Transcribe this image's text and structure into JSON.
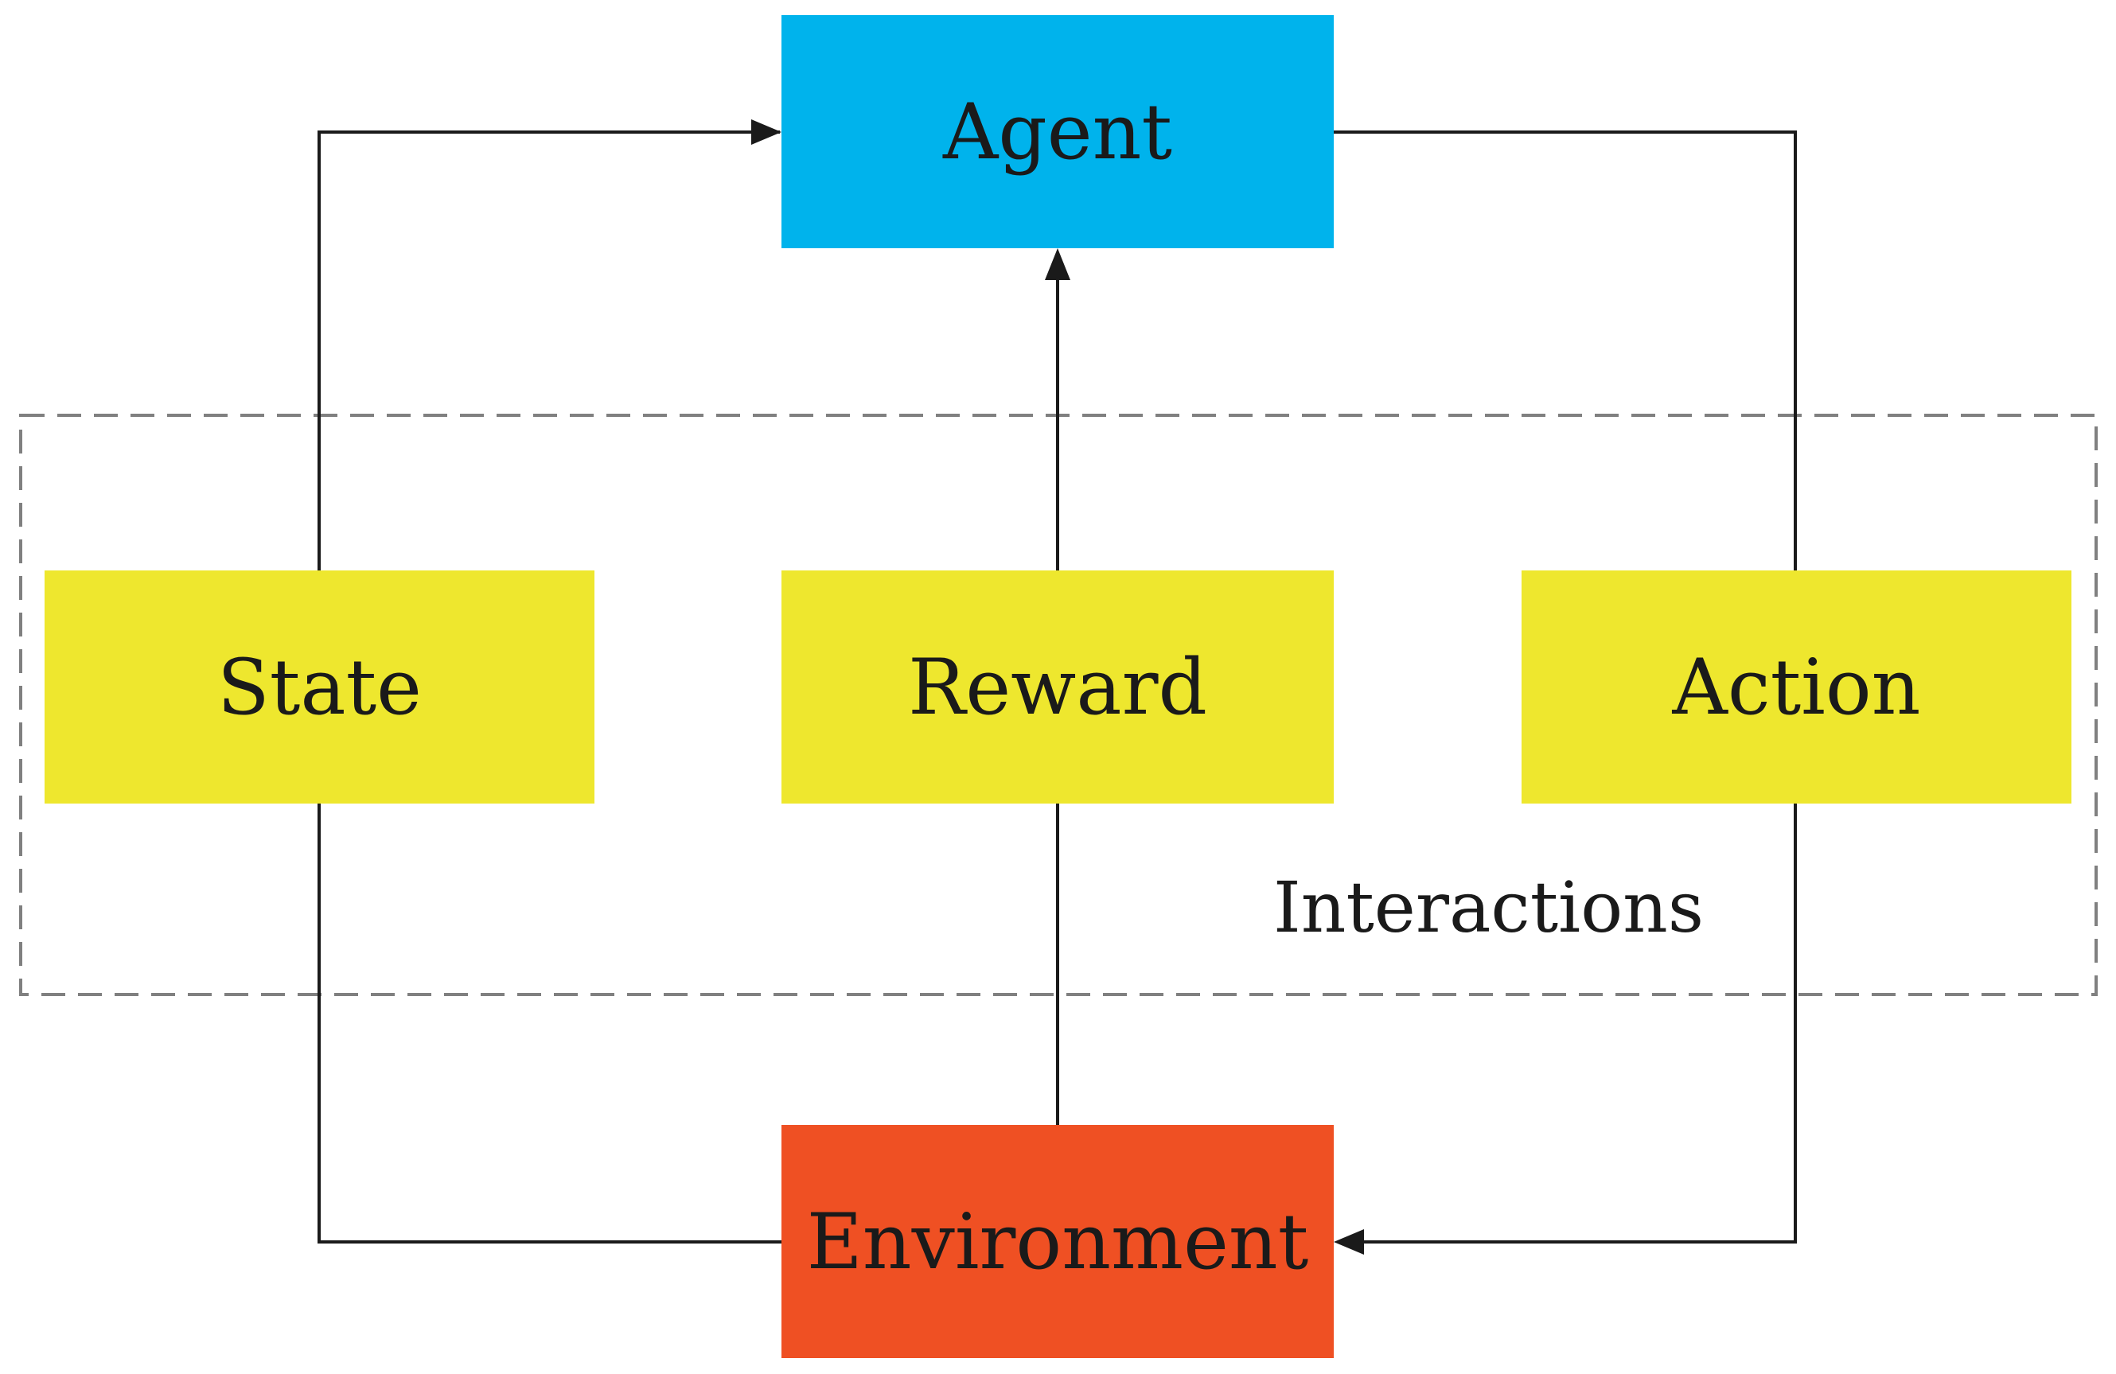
{
  "colors": {
    "agent": "#00b3ec",
    "observation_boxes": "#eee72e",
    "environment": "#ef5023",
    "connector": "#1a1a1a",
    "group_border": "#808080"
  },
  "nodes": {
    "agent": "Agent",
    "state": "State",
    "reward": "Reward",
    "action": "Action",
    "environment": "Environment"
  },
  "group": {
    "label": "Interactions"
  }
}
